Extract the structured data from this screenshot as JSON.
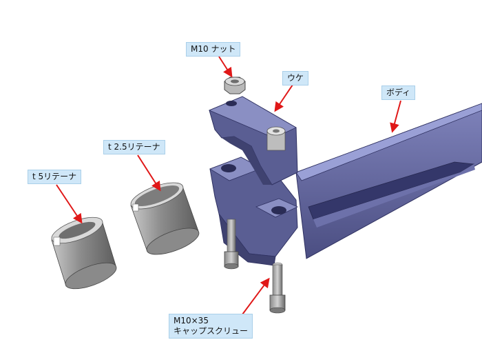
{
  "labels": {
    "nut": "M10 ナット",
    "uke": "ウケ",
    "body": "ボディ",
    "retainer_25": "t 2.5リテーナ",
    "retainer_5": "t 5リテーナ",
    "screw_line1": "M10×35",
    "screw_line2": "キャップスクリュー"
  },
  "colors": {
    "part_body": "#5a5e93",
    "part_body_dark": "#3f4270",
    "part_body_light": "#8a8fc3",
    "metal": "#9a9a9a",
    "callout_bg": "#cfe7f8",
    "arrow": "#e01818"
  }
}
